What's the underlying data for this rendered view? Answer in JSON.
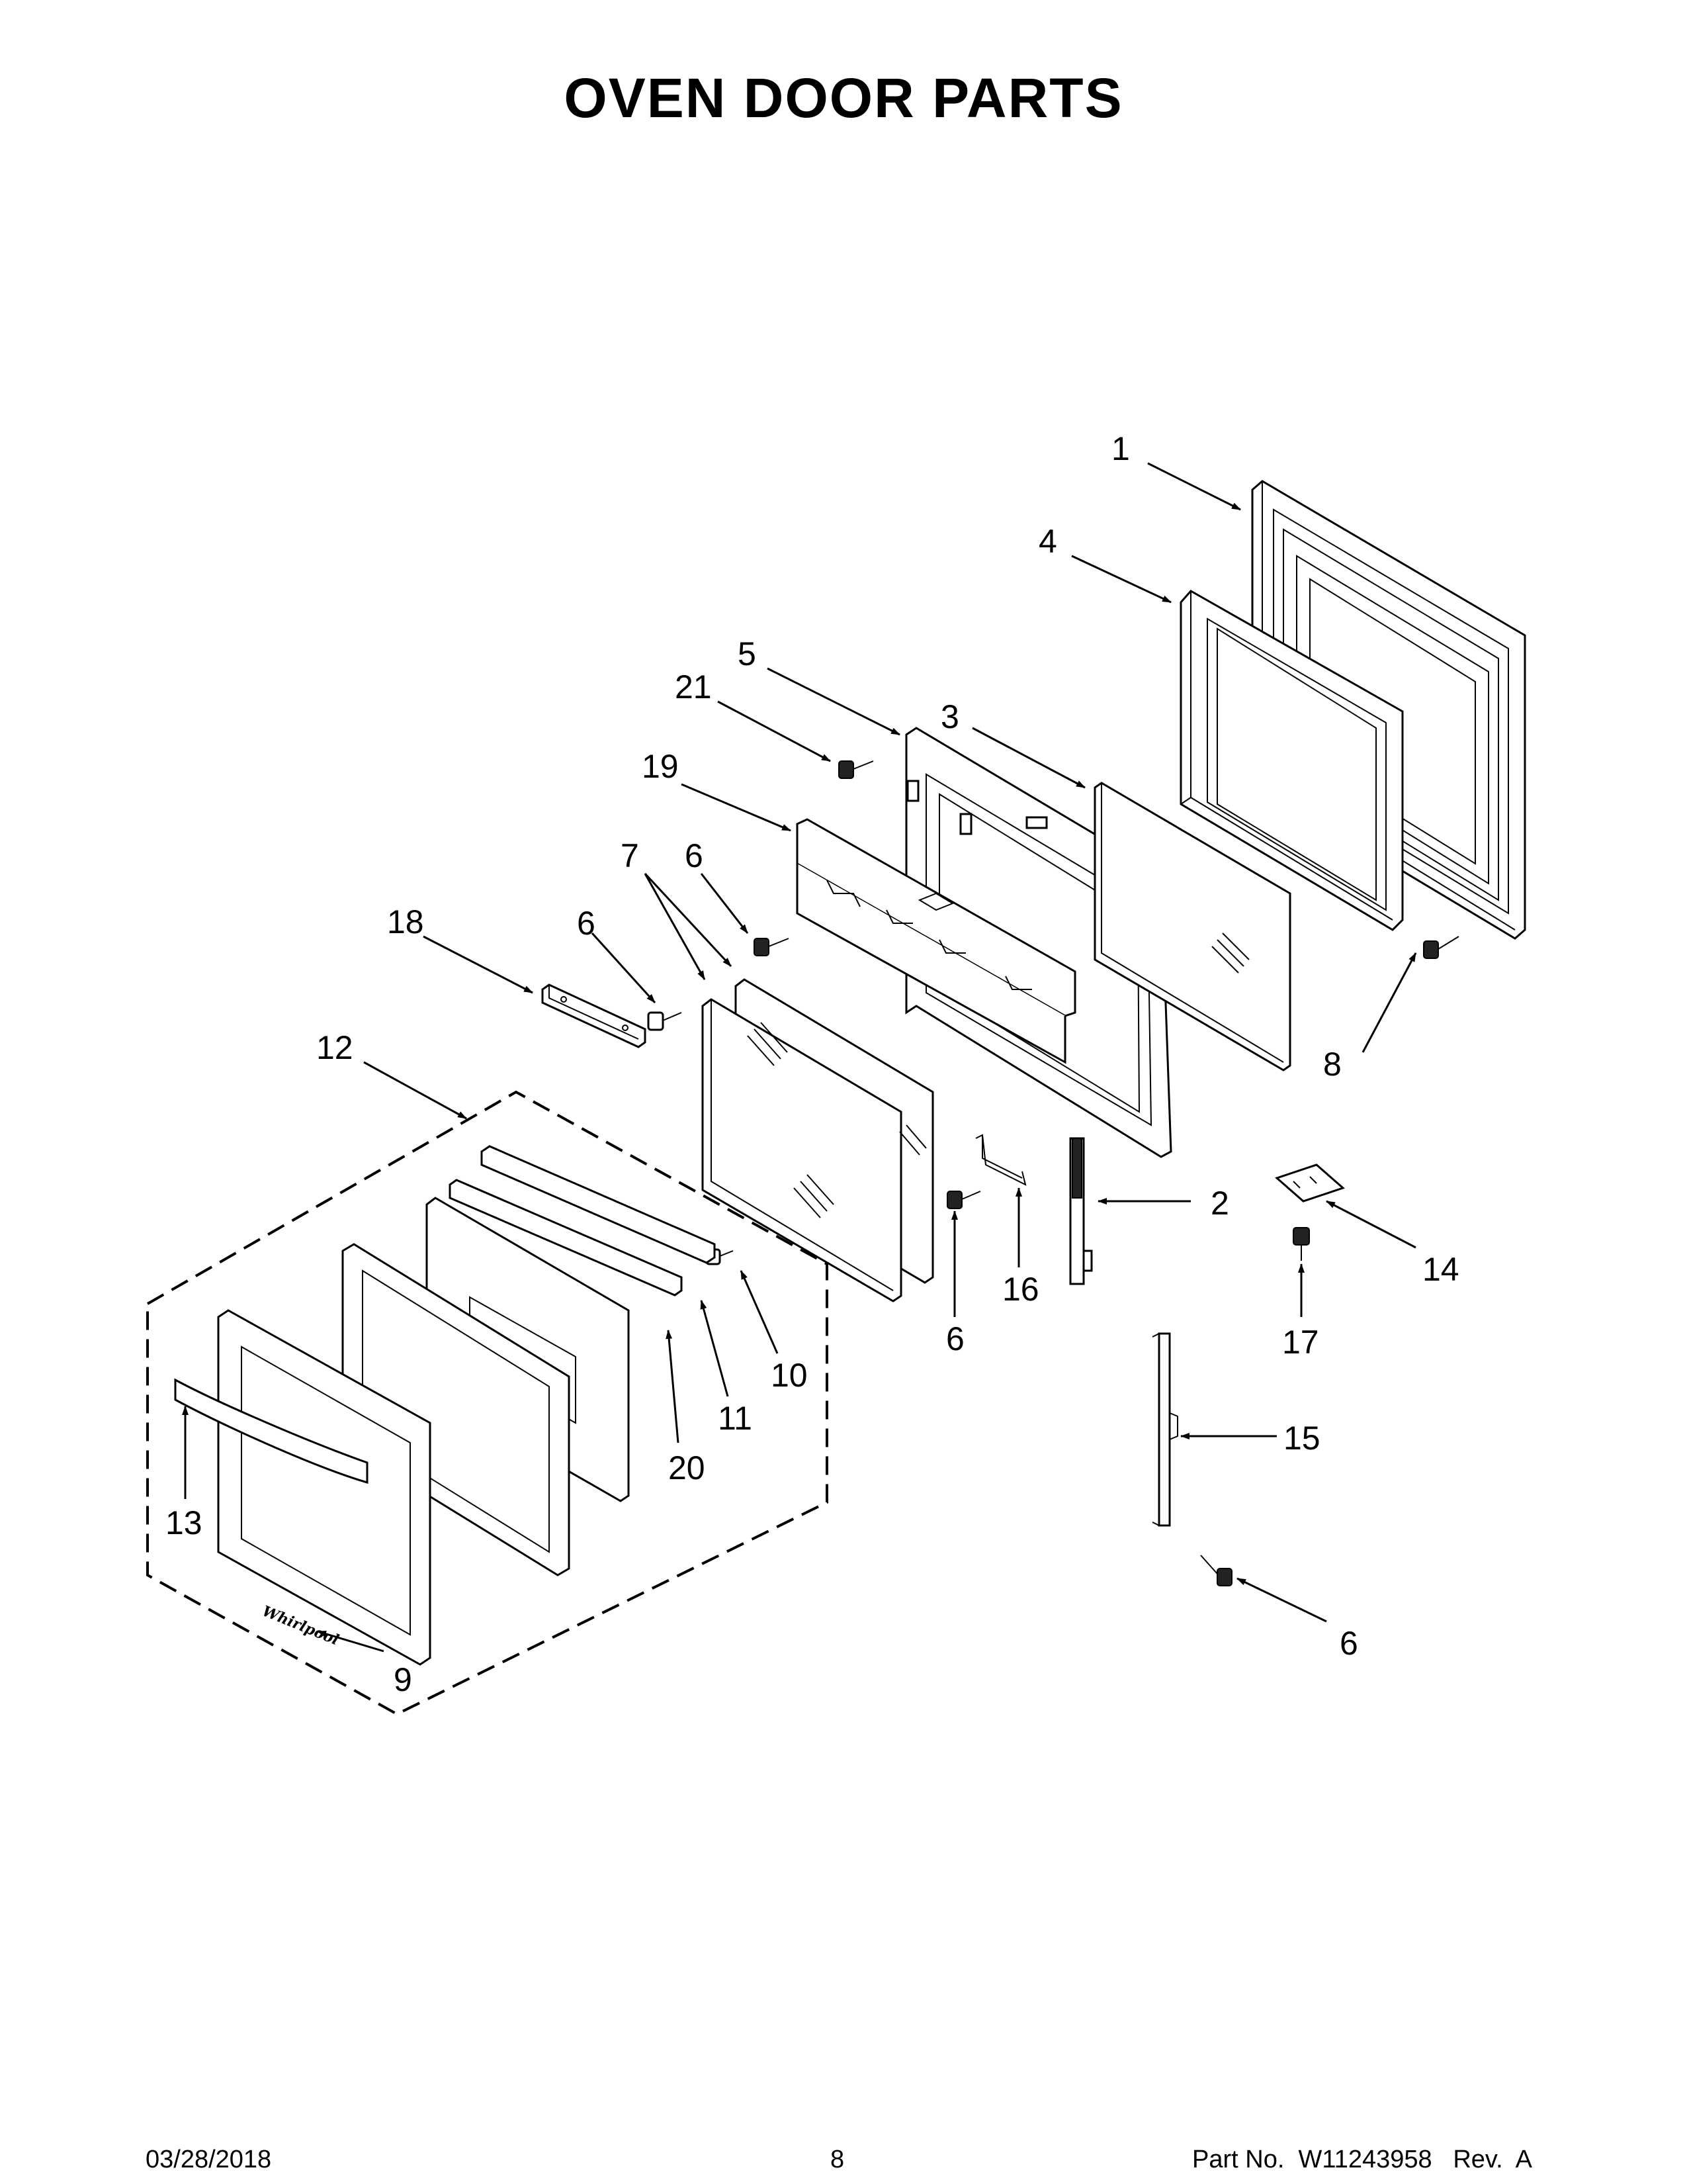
{
  "title": "OVEN DOOR PARTS",
  "callouts": {
    "c1": "1",
    "c2": "2",
    "c3": "3",
    "c4": "4",
    "c5": "5",
    "c6a": "6",
    "c6b": "6",
    "c6c": "6",
    "c6d": "6",
    "c7": "7",
    "c8": "8",
    "c9": "9",
    "c10": "10",
    "c11": "11",
    "c12": "12",
    "c13": "13",
    "c14": "14",
    "c15": "15",
    "c16": "16",
    "c17": "17",
    "c18": "18",
    "c19": "19",
    "c20": "20",
    "c21": "21"
  },
  "footer": {
    "date": "03/28/2018",
    "page": "8",
    "part_number": "Part No.  W11243958   Rev.  A"
  }
}
